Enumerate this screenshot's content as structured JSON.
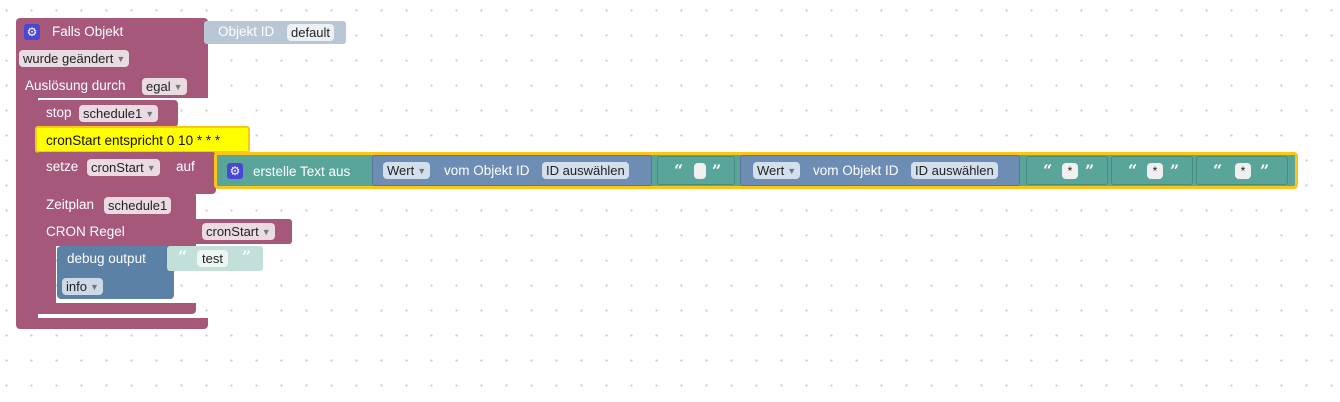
{
  "event_block": {
    "title": "Falls Objekt",
    "object_id_label": "Objekt ID",
    "object_id_value": "default",
    "trigger_value": "wurde geändert",
    "ausloesung_label": "Auslösung durch",
    "ausloesung_value": "egal"
  },
  "stop_block": {
    "label": "stop",
    "value": "schedule1"
  },
  "comment_block": {
    "text": "cronStart entspricht 0 10 * * *"
  },
  "setze_block": {
    "label": "setze",
    "var_value": "cronStart",
    "auf_label": "auf",
    "text_block_label": "erstelle Text aus",
    "wert_blocks": [
      {
        "dropdown": "Wert",
        "middle": "vom Objekt ID",
        "select": "ID auswählen"
      },
      {
        "dropdown": "Wert",
        "middle": "vom Objekt ID",
        "select": "ID auswählen"
      }
    ],
    "quote_blocks": [
      "",
      "*",
      "*",
      "*"
    ],
    "open_quote": "“",
    "close_quote": "”"
  },
  "zeitplan_block": {
    "label": "Zeitplan",
    "value": "schedule1",
    "cron_label": "CRON Regel",
    "cron_var": "cronStart"
  },
  "debug_block": {
    "label": "debug output",
    "text": "test",
    "level": "info"
  },
  "colors": {
    "event": "#a5587a",
    "text": "#5aa59a",
    "value": "#6d8db5",
    "comment": "#ffff00",
    "selection": "#fbc61a"
  }
}
